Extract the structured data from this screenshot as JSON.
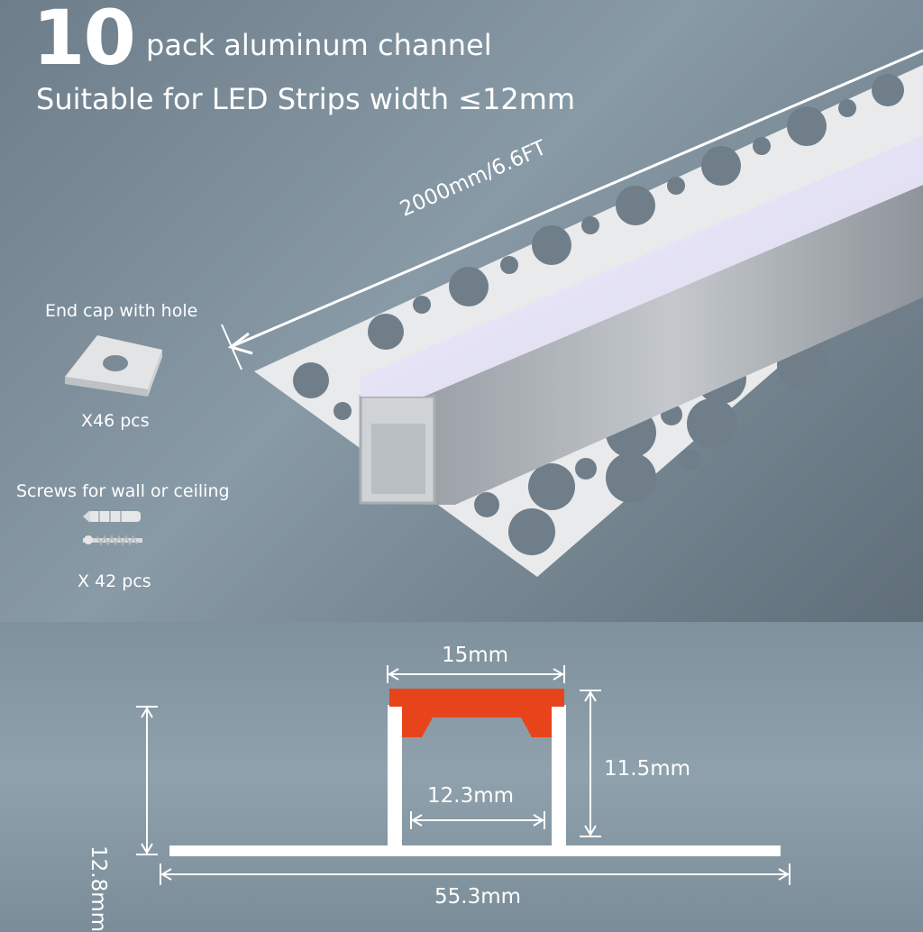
{
  "header": {
    "count": "10",
    "title": "pack aluminum channel",
    "subtitle": "Suitable for LED Strips width ≤12mm"
  },
  "product": {
    "length_label": "2000mm/6.6FT"
  },
  "accessories": {
    "end_cap": {
      "label": "End cap with hole",
      "qty": "X46 pcs"
    },
    "screws": {
      "label": "Screws for wall or ceiling",
      "qty": "X 42 pcs"
    }
  },
  "profile": {
    "top_width": "15mm",
    "inner_width": "12.3mm",
    "inner_height": "11.5mm",
    "total_height": "12.8mm",
    "total_width": "55.3mm"
  },
  "colors": {
    "diffuser_accent": "#e8441c",
    "profile_fill": "#ffffff"
  }
}
